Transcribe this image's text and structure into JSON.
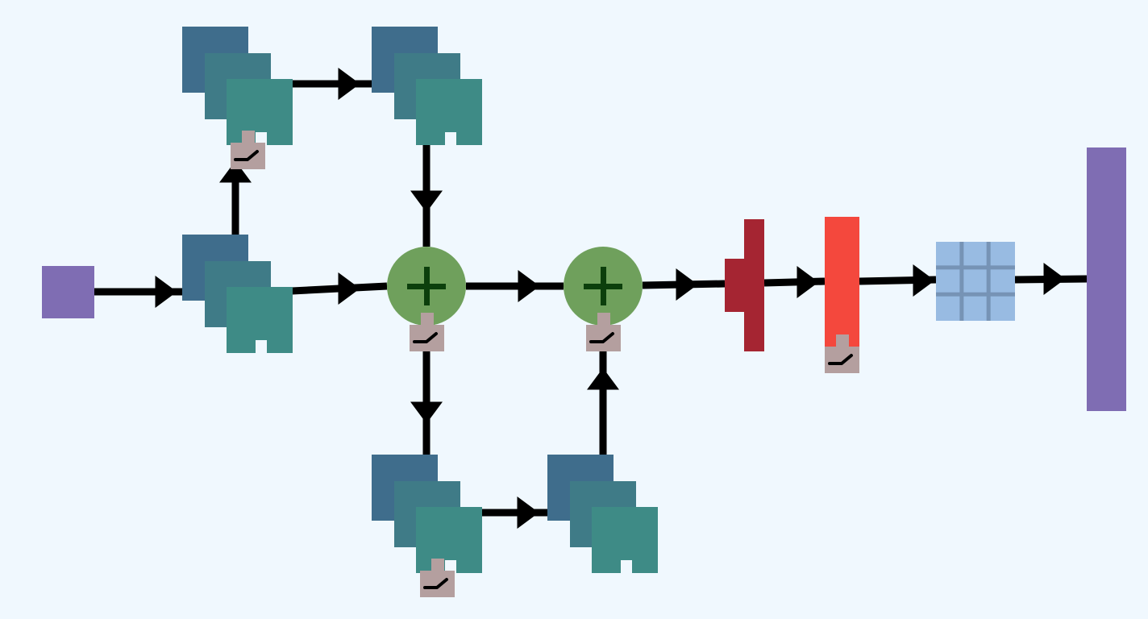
{
  "diagram": {
    "colors": {
      "background": "#f0f8fe",
      "edge": "#000000",
      "io_block": "#7f6db3",
      "conv_back": "#3f6d8c",
      "conv_mid": "#3f7b87",
      "conv_front": "#3e8b86",
      "activation_badge": "#b49f9f",
      "add_node": "#6fa05c",
      "add_sign": "#0c3f0c",
      "pool_block": "#a52532",
      "dense_block": "#f4483d",
      "grid_block": "#98bbe2",
      "grid_lines": "#6e8aab"
    },
    "nodes": [
      {
        "id": "input",
        "kind": "io-block",
        "icon": "square-block"
      },
      {
        "id": "conv-1",
        "kind": "conv-stack",
        "icon": "stacked-filters",
        "activation": false
      },
      {
        "id": "conv-2",
        "kind": "conv-stack",
        "icon": "stacked-filters",
        "activation": true
      },
      {
        "id": "conv-3",
        "kind": "conv-stack",
        "icon": "stacked-filters",
        "activation": false
      },
      {
        "id": "add-1",
        "kind": "add",
        "icon": "plus-icon",
        "activation": true
      },
      {
        "id": "conv-4",
        "kind": "conv-stack",
        "icon": "stacked-filters",
        "activation": true
      },
      {
        "id": "conv-5",
        "kind": "conv-stack",
        "icon": "stacked-filters",
        "activation": false
      },
      {
        "id": "add-2",
        "kind": "add",
        "icon": "plus-icon",
        "activation": true
      },
      {
        "id": "pool",
        "kind": "pool-block",
        "icon": "cross-bar"
      },
      {
        "id": "dense",
        "kind": "dense-block",
        "icon": "tall-bar",
        "activation": true
      },
      {
        "id": "grid",
        "kind": "grid-block",
        "icon": "grid-icon"
      },
      {
        "id": "output",
        "kind": "io-block",
        "icon": "tall-bar"
      }
    ],
    "edges": [
      [
        "input",
        "conv-1"
      ],
      [
        "conv-1",
        "conv-2"
      ],
      [
        "conv-2",
        "conv-3"
      ],
      [
        "conv-3",
        "add-1"
      ],
      [
        "conv-1",
        "add-1"
      ],
      [
        "add-1",
        "conv-4"
      ],
      [
        "conv-4",
        "conv-5"
      ],
      [
        "conv-5",
        "add-2"
      ],
      [
        "add-1",
        "add-2"
      ],
      [
        "add-2",
        "pool"
      ],
      [
        "pool",
        "dense"
      ],
      [
        "dense",
        "grid"
      ],
      [
        "grid",
        "output"
      ]
    ]
  }
}
